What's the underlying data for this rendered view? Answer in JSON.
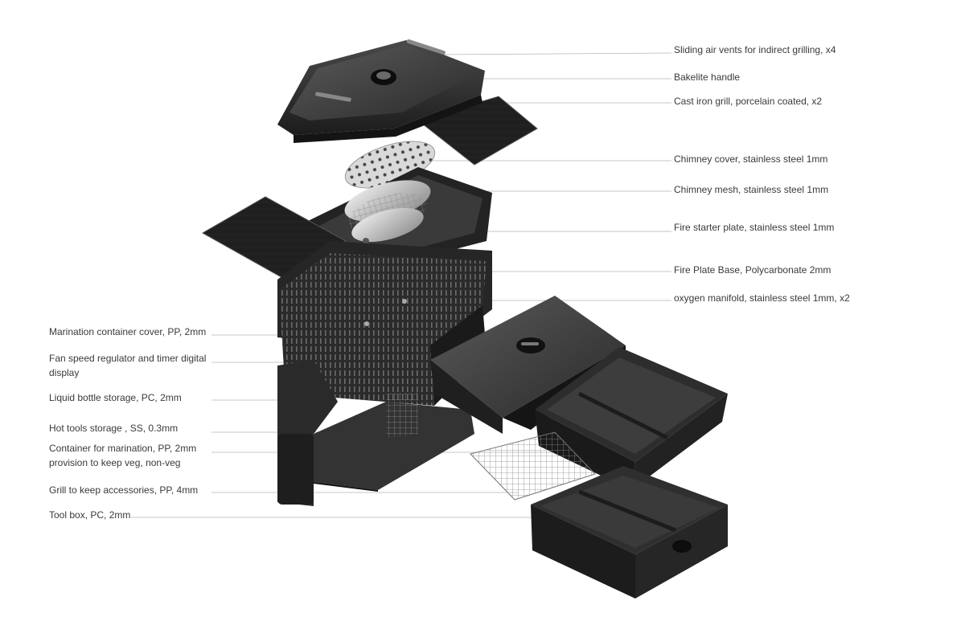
{
  "diagram": {
    "labels_right": [
      "Sliding air vents for indirect grilling, x4",
      "Bakelite handle",
      "Cast iron grill, porcelain coated, x2",
      "Chimney cover, stainless steel 1mm",
      "Chimney mesh, stainless steel 1mm",
      "Fire starter plate, stainless steel 1mm",
      "Fire Plate Base, Polycarbonate 2mm",
      "oxygen manifold, stainless steel 1mm, x2"
    ],
    "labels_left": [
      {
        "line1": "Marination container cover, PP, 2mm",
        "line2": ""
      },
      {
        "line1": "Fan speed regulator and timer digital",
        "line2": "display"
      },
      {
        "line1": "Liquid bottle storage, PC, 2mm",
        "line2": ""
      },
      {
        "line1": "Hot tools storage , SS, 0.3mm",
        "line2": ""
      },
      {
        "line1": "Container for marination, PP, 2mm",
        "line2": "provision to keep veg, non-veg"
      },
      {
        "line1": "Grill to keep accessories, PP, 4mm",
        "line2": ""
      },
      {
        "line1": "Tool box, PC, 2mm",
        "line2": ""
      }
    ]
  }
}
